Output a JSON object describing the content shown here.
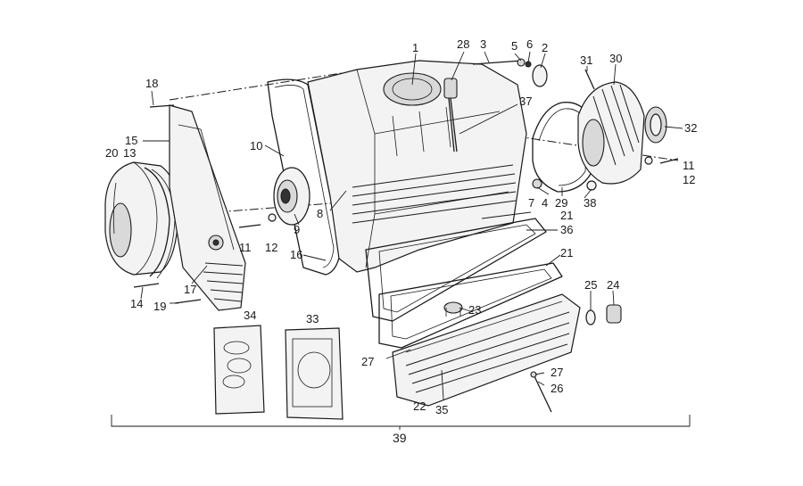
{
  "diagram": {
    "callouts": {
      "c1": "1",
      "c2": "2",
      "c3": "3",
      "c4": "4",
      "c5": "5",
      "c6": "6",
      "c7": "7",
      "c8": "8",
      "c9": "9",
      "c10": "10",
      "c11a": "11",
      "c11b": "11",
      "c12a": "12",
      "c12b": "12",
      "c13": "13",
      "c14": "14",
      "c15": "15",
      "c16": "16",
      "c17": "17",
      "c18": "18",
      "c19": "19",
      "c20": "20",
      "c21a": "21",
      "c21b": "21",
      "c22": "22",
      "c23": "23",
      "c24": "24",
      "c25": "25",
      "c26": "26",
      "c27a": "27",
      "c27b": "27",
      "c28": "28",
      "c29": "29",
      "c30": "30",
      "c31": "31",
      "c32": "32",
      "c33": "33",
      "c34": "34",
      "c35": "35",
      "c36": "36",
      "c37": "37",
      "c38": "38",
      "c39": "39"
    }
  }
}
